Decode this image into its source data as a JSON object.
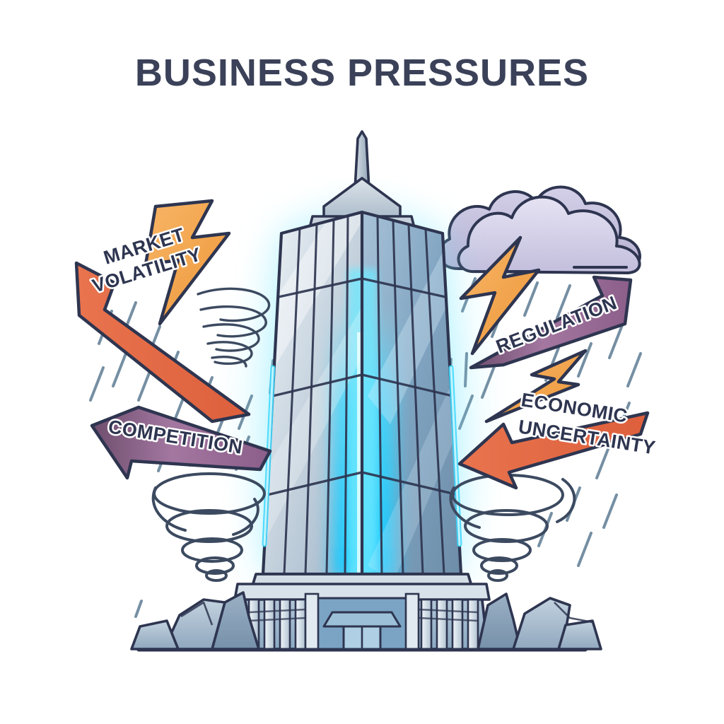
{
  "page": {
    "title": "BUSINESS PRESSURES",
    "background_color": "#ffffff",
    "title_color": "#3A4158",
    "style": "flat vector illustration, line-art with soft gradients"
  },
  "palette": {
    "outline": "#2E3550",
    "title_navy": "#3A4158",
    "glass_light": "#E8EDF2",
    "glass_mid": "#9FB3C8",
    "glass_deep": "#6E8DA8",
    "glow_cyan": "#35D6FF",
    "glow_cyan_pale": "#BDF2FF",
    "bolt_orange": "#F2A24D",
    "bolt_red": "#E8744E",
    "arrow_purple": "#9B6B99",
    "arrow_red": "#E8744E",
    "cloud_lavender": "#CFCCE6",
    "cloud_lavender_light": "#E2E0F2",
    "rain_slate": "#5E7C94",
    "rock_blue": "#A9BECF",
    "rock_blue_dark": "#7E99B1",
    "ground_line": "#2E3550"
  },
  "scene": {
    "center_object": {
      "name": "skyscraper",
      "description": "tall glass tower with spire, tapered glass shaft, columned base, glowing cyan aura",
      "parts": [
        "spire",
        "crown",
        "glass-shaft",
        "podium",
        "colonnade-base",
        "rocky-ground"
      ]
    },
    "ground": {
      "label": "ground-line"
    },
    "aura": {
      "label": "cyan-glow",
      "color": "#35D6FF"
    }
  },
  "pressures": [
    {
      "id": "market-volatility",
      "label_lines": [
        "MARKET",
        "VOLATILITY"
      ],
      "label_full": "MARKET VOLATILITY",
      "position": "upper-left",
      "bolt_color": "#F2A24D",
      "arrow_color": "#E8744E",
      "arrow_direction": "down-right",
      "rotation_deg": -17
    },
    {
      "id": "competition",
      "label_lines": [
        "COMPETITION"
      ],
      "label_full": "COMPETITION",
      "position": "lower-left",
      "arrow_color": "#9B6B99",
      "arrow_direction": "left",
      "rotation_deg": 9
    },
    {
      "id": "regulation",
      "label_lines": [
        "REGULATION"
      ],
      "label_full": "REGULATION",
      "position": "upper-right",
      "bolt_color": "#F2A24D",
      "arrow_color": "#9B6B99",
      "arrow_direction": "up-right",
      "rotation_deg": -21
    },
    {
      "id": "economic-uncertainty",
      "label_lines": [
        "ECONOMIC",
        "UNCERTAINTY"
      ],
      "label_full": "ECONOMIC UNCERTAINTY",
      "position": "lower-right",
      "bolt_color": "#F2A24D",
      "arrow_color": "#E8744E",
      "arrow_direction": "left",
      "rotation_deg": 9
    }
  ],
  "weather": {
    "storm_cloud": {
      "name": "storm-cloud",
      "position": "upper-right",
      "color": "#CFCCE6"
    },
    "tornadoes": [
      {
        "name": "tornado-left",
        "position": "lower-left"
      },
      {
        "name": "tornado-right",
        "position": "lower-right"
      },
      {
        "name": "wind-swirl-left",
        "position": "mid-left"
      }
    ],
    "rain": {
      "name": "rain-streaks",
      "color": "#5E7C94",
      "groups": [
        "left",
        "right"
      ]
    }
  }
}
